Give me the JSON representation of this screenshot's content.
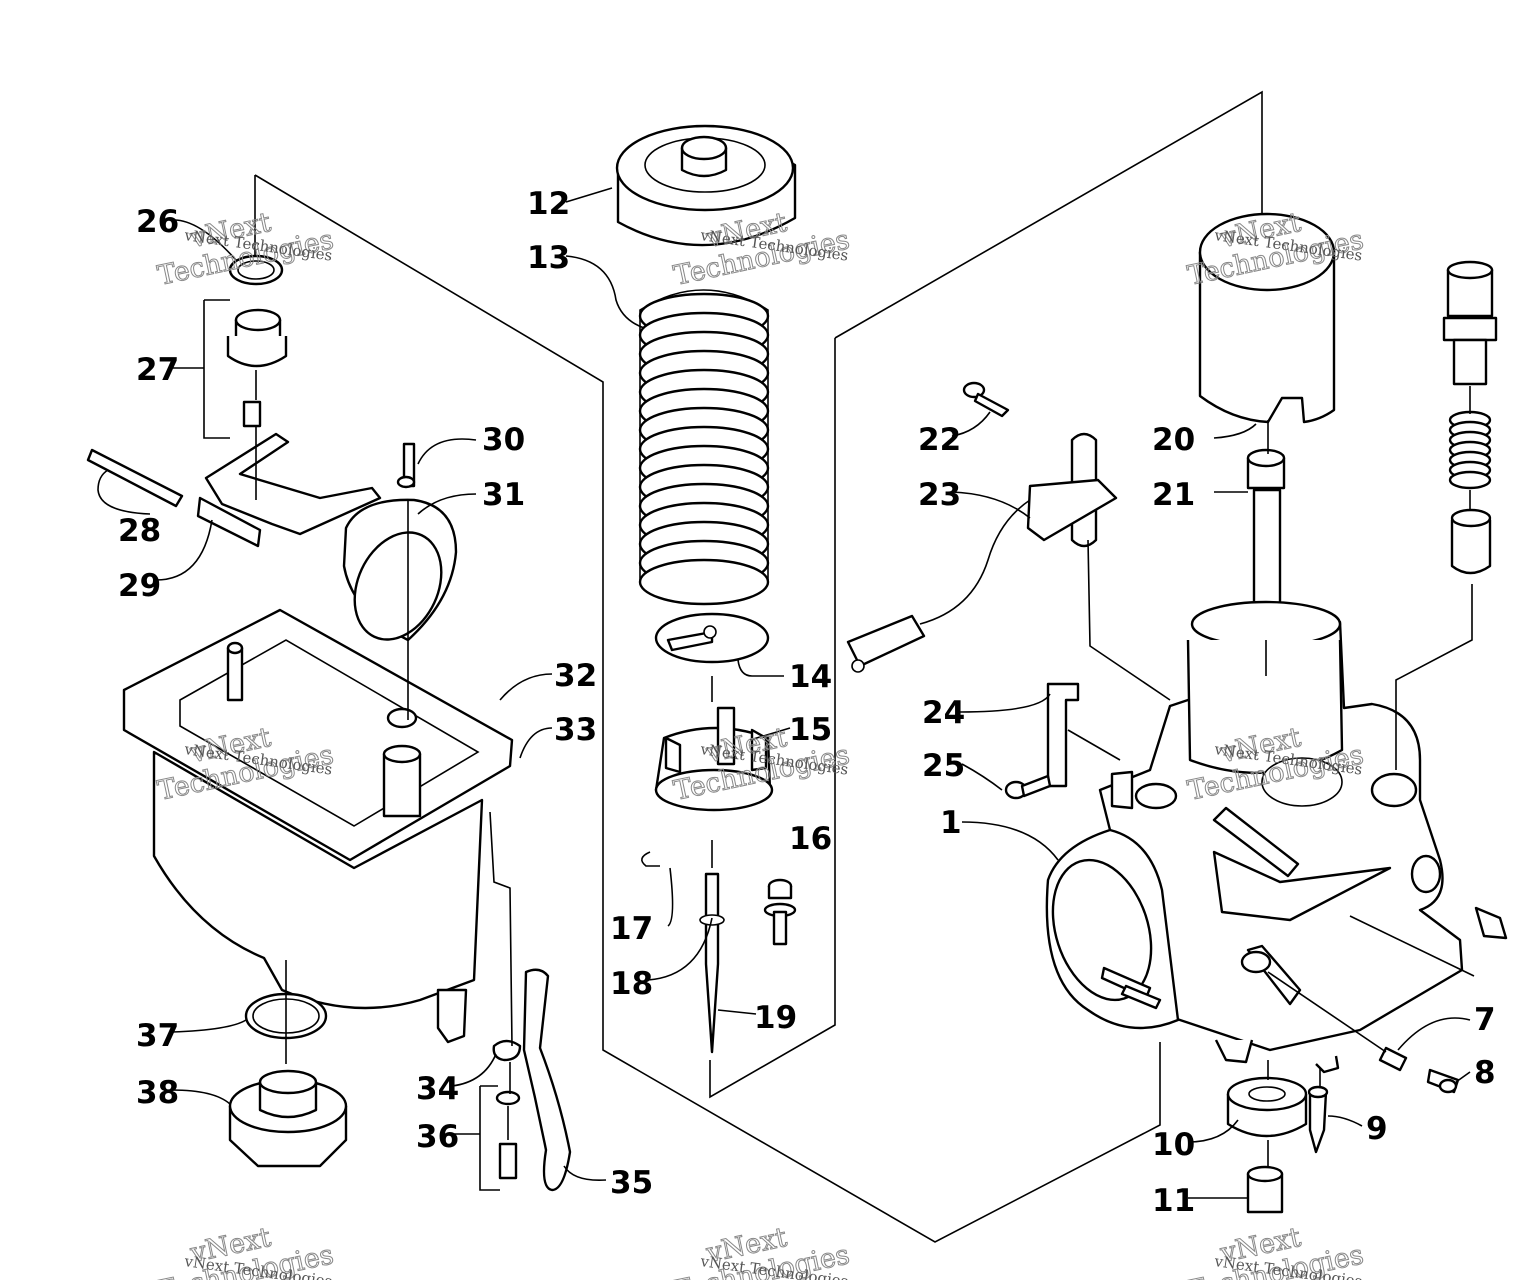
{
  "diagram": {
    "callouts": [
      "1",
      "7",
      "8",
      "9",
      "10",
      "11",
      "12",
      "13",
      "14",
      "15",
      "16",
      "17",
      "18",
      "19",
      "20",
      "21",
      "22",
      "23",
      "24",
      "25",
      "26",
      "27",
      "28",
      "29",
      "30",
      "31",
      "32",
      "33",
      "34",
      "35",
      "36",
      "37",
      "38"
    ],
    "watermark": {
      "small": "vNext Technologies",
      "line1": "vNext",
      "line2": "Technologies"
    }
  }
}
